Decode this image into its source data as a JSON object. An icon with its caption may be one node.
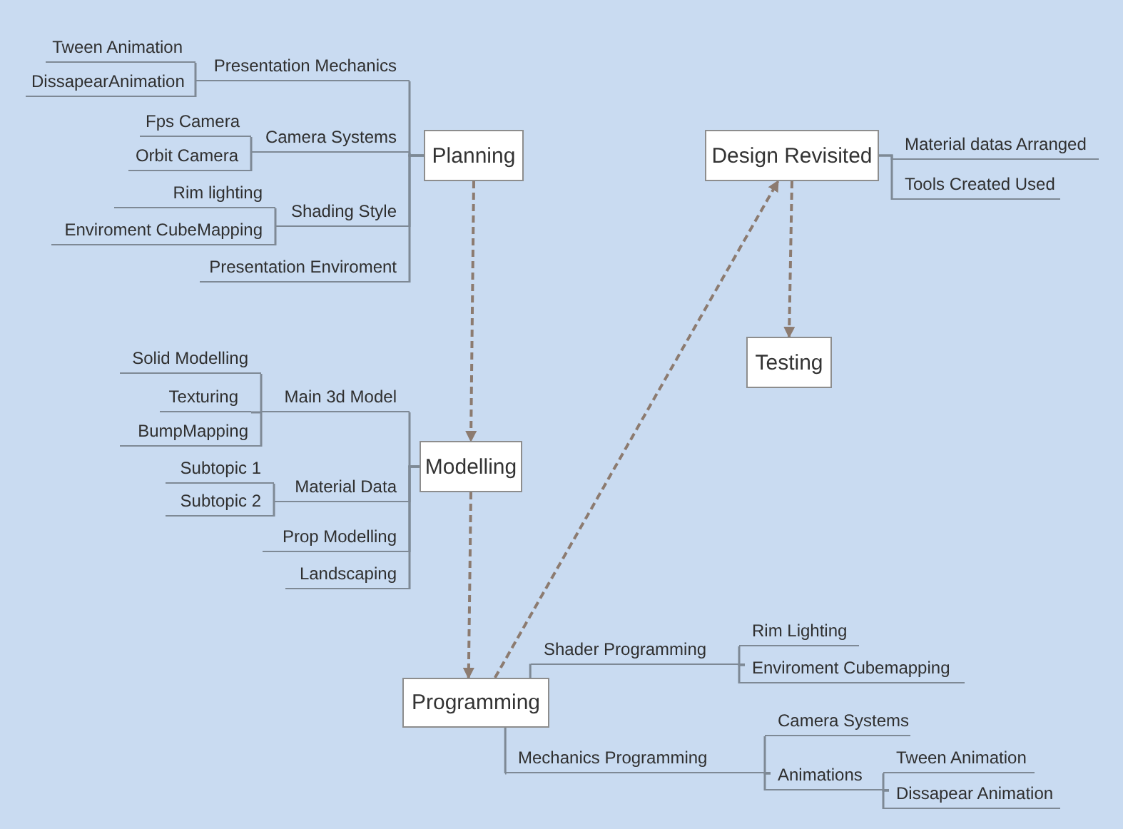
{
  "diagram": {
    "nodes": [
      {
        "text": [
          "Planning"
        ]
      },
      {
        "text": [
          "Presentation Mechanics"
        ]
      },
      {
        "text": [
          "Tween Animation"
        ]
      },
      {
        "text": [
          "DissapearAnimation"
        ]
      },
      {
        "text": [
          "Camera Systems"
        ]
      },
      {
        "text": [
          "Fps Camera"
        ]
      },
      {
        "text": [
          "Orbit Camera"
        ]
      },
      {
        "text": [
          "Shading Style"
        ]
      },
      {
        "text": [
          "Rim lighting"
        ]
      },
      {
        "text": [
          "Enviroment CubeMapping"
        ]
      },
      {
        "text": [
          "Presentation Enviroment"
        ]
      },
      {
        "text": [
          "Modelling"
        ]
      },
      {
        "text": [
          "Main 3d Model"
        ]
      },
      {
        "text": [
          "Solid Modelling"
        ]
      },
      {
        "text": [
          "Texturing"
        ]
      },
      {
        "text": [
          "BumpMapping"
        ]
      },
      {
        "text": [
          "Material Data"
        ]
      },
      {
        "text": [
          "Subtopic 1"
        ]
      },
      {
        "text": [
          "Subtopic 2"
        ]
      },
      {
        "text": [
          "Prop Modelling"
        ]
      },
      {
        "text": [
          "Landscaping"
        ]
      },
      {
        "text": [
          "Programming"
        ]
      },
      {
        "text": [
          "Shader Programming"
        ]
      },
      {
        "text": [
          "Rim Lighting"
        ]
      },
      {
        "text": [
          "Enviroment Cubemapping"
        ]
      },
      {
        "text": [
          "Mechanics Programming"
        ]
      },
      {
        "text": [
          "Camera Systems"
        ]
      },
      {
        "text": [
          "Animations"
        ]
      },
      {
        "text": [
          "Tween Animation"
        ]
      },
      {
        "text": [
          "Dissapear Animation"
        ]
      },
      {
        "text": [
          "Design Revisited"
        ]
      },
      {
        "text": [
          "Material datas Arranged"
        ]
      },
      {
        "text": [
          "Tools Created Used"
        ]
      },
      {
        "text": [
          "Testing"
        ]
      }
    ],
    "edges": [
      {
        "from": 0,
        "to": 1,
        "arrow": "none"
      },
      {
        "from": 1,
        "to": 2,
        "arrow": "none"
      },
      {
        "from": 1,
        "to": 3,
        "arrow": "none"
      },
      {
        "from": 0,
        "to": 4,
        "arrow": "none"
      },
      {
        "from": 4,
        "to": 5,
        "arrow": "none"
      },
      {
        "from": 4,
        "to": 6,
        "arrow": "none"
      },
      {
        "from": 0,
        "to": 7,
        "arrow": "none"
      },
      {
        "from": 7,
        "to": 8,
        "arrow": "none"
      },
      {
        "from": 7,
        "to": 9,
        "arrow": "none"
      },
      {
        "from": 0,
        "to": 10,
        "arrow": "none"
      },
      {
        "from": 11,
        "to": 12,
        "arrow": "none"
      },
      {
        "from": 12,
        "to": 13,
        "arrow": "none"
      },
      {
        "from": 12,
        "to": 14,
        "arrow": "none"
      },
      {
        "from": 12,
        "to": 15,
        "arrow": "none"
      },
      {
        "from": 11,
        "to": 16,
        "arrow": "none"
      },
      {
        "from": 16,
        "to": 17,
        "arrow": "none"
      },
      {
        "from": 16,
        "to": 18,
        "arrow": "none"
      },
      {
        "from": 11,
        "to": 19,
        "arrow": "none"
      },
      {
        "from": 11,
        "to": 20,
        "arrow": "none"
      },
      {
        "from": 21,
        "to": 22,
        "arrow": "none"
      },
      {
        "from": 22,
        "to": 23,
        "arrow": "none"
      },
      {
        "from": 22,
        "to": 24,
        "arrow": "none"
      },
      {
        "from": 21,
        "to": 25,
        "arrow": "none"
      },
      {
        "from": 25,
        "to": 26,
        "arrow": "none"
      },
      {
        "from": 25,
        "to": 27,
        "arrow": "none"
      },
      {
        "from": 27,
        "to": 28,
        "arrow": "none"
      },
      {
        "from": 27,
        "to": 29,
        "arrow": "none"
      },
      {
        "from": 30,
        "to": 31,
        "arrow": "none"
      },
      {
        "from": 30,
        "to": 32,
        "arrow": "none"
      },
      {
        "from": 0,
        "to": 11,
        "arrow": "to",
        "style": "dashed",
        "color": "#8c7b70"
      },
      {
        "from": 11,
        "to": 21,
        "arrow": "to",
        "style": "dashed",
        "color": "#8c7b70"
      },
      {
        "from": 21,
        "to": 30,
        "arrow": "to",
        "style": "dashed",
        "color": "#8c7b70"
      },
      {
        "from": 30,
        "to": 33,
        "arrow": "to",
        "style": "dashed",
        "color": "#8c7b70"
      }
    ]
  }
}
